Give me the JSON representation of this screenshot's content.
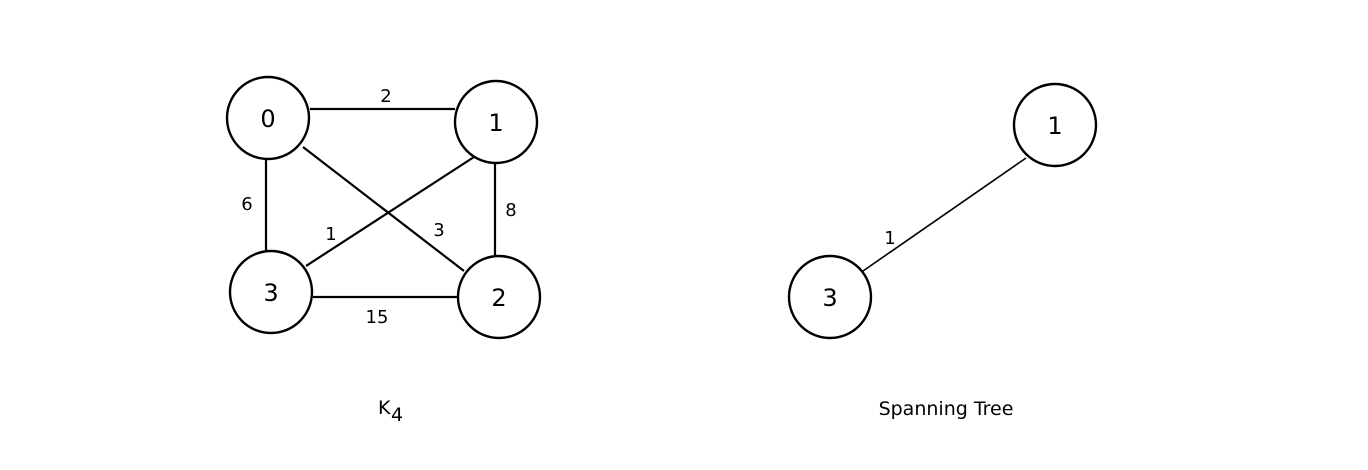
{
  "graph_k4": {
    "caption_main": "K",
    "caption_sub": "4",
    "nodes": {
      "n0": "0",
      "n1": "1",
      "n2": "2",
      "n3": "3"
    },
    "edges": {
      "e01": "2",
      "e03": "6",
      "e12": "8",
      "e13": "1",
      "e02": "3",
      "e32": "15"
    }
  },
  "spanning_tree": {
    "caption": "Spanning Tree",
    "nodes": {
      "n1": "1",
      "n3": "3"
    },
    "edges": {
      "e13": "1"
    }
  }
}
